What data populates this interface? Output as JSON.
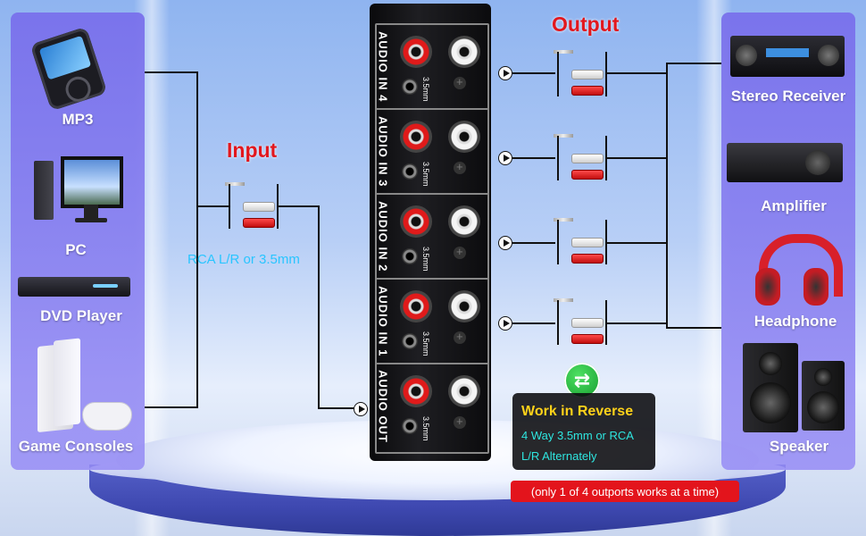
{
  "input": {
    "title": "Input",
    "cable_type": "RCA L/R or 3.5mm"
  },
  "output": {
    "title": "Output"
  },
  "sources": [
    {
      "label": "MP3",
      "icon": "mp3-player-icon"
    },
    {
      "label": "PC",
      "icon": "desktop-pc-icon"
    },
    {
      "label": "DVD Player",
      "icon": "dvd-player-icon"
    },
    {
      "label": "Game Consoles",
      "icon": "game-console-icon"
    }
  ],
  "destinations": [
    {
      "label": "Stereo Receiver",
      "icon": "stereo-receiver-icon"
    },
    {
      "label": "Amplifier",
      "icon": "amplifier-icon"
    },
    {
      "label": "Headphone",
      "icon": "headphone-icon"
    },
    {
      "label": "Speaker",
      "icon": "speaker-icon"
    }
  ],
  "switch_box": {
    "sections": [
      {
        "label": "AUDIO IN 4",
        "jack_label": "3.5mm"
      },
      {
        "label": "AUDIO IN 3",
        "jack_label": "3.5mm"
      },
      {
        "label": "AUDIO IN 2",
        "jack_label": "3.5mm"
      },
      {
        "label": "AUDIO IN 1",
        "jack_label": "3.5mm"
      },
      {
        "label": "AUDIO OUT",
        "jack_label": "3.5mm"
      }
    ]
  },
  "reverse": {
    "title": "Work in Reverse",
    "line1": "4 Way 3.5mm or RCA",
    "line2": "L/R Alternately",
    "icon": "swap-arrows-icon"
  },
  "note": "(only 1 of 4 outports works at a time)",
  "colors": {
    "accent_red": "#e2171d",
    "cyan_text": "#29c5ff",
    "panel": "#7f74ea",
    "reverse_title": "#ffd21a",
    "reverse_text": "#2ee6e0",
    "swap_green": "#1fb13a"
  }
}
